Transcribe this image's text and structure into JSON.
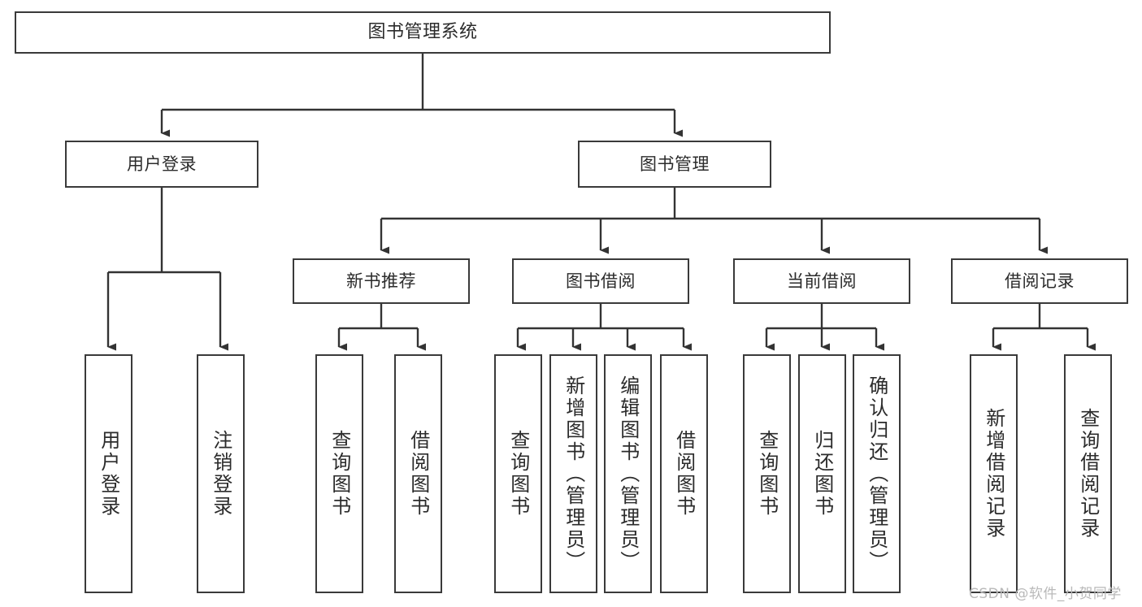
{
  "diagram": {
    "title": "图书管理系统",
    "type": "function-structure-tree",
    "nodes": {
      "root": {
        "label": "图书管理系统"
      },
      "level2": [
        {
          "id": "user-login",
          "label": "用户登录"
        },
        {
          "id": "book-manage",
          "label": "图书管理"
        }
      ],
      "level3": [
        {
          "id": "new-book-recommend",
          "label": "新书推荐"
        },
        {
          "id": "book-borrow",
          "label": "图书借阅"
        },
        {
          "id": "current-borrow",
          "label": "当前借阅"
        },
        {
          "id": "borrow-record",
          "label": "借阅记录"
        }
      ],
      "leaves": {
        "user_login": [
          {
            "id": "leaf-user-login",
            "label": "用户登录"
          },
          {
            "id": "leaf-user-logout",
            "label": "注销登录"
          }
        ],
        "new_book_recommend": [
          {
            "id": "leaf-query-book-1",
            "label": "查询图书"
          },
          {
            "id": "leaf-borrow-book-1",
            "label": "借阅图书"
          }
        ],
        "book_borrow": [
          {
            "id": "leaf-query-book-2",
            "label": "查询图书"
          },
          {
            "id": "leaf-add-book",
            "label": "新增图书（管理员）"
          },
          {
            "id": "leaf-edit-book",
            "label": "编辑图书（管理员）"
          },
          {
            "id": "leaf-borrow-book-2",
            "label": "借阅图书"
          }
        ],
        "current_borrow": [
          {
            "id": "leaf-query-book-3",
            "label": "查询图书"
          },
          {
            "id": "leaf-return-book",
            "label": "归还图书"
          },
          {
            "id": "leaf-confirm-return",
            "label": "确认归还（管理员）"
          }
        ],
        "borrow_record": [
          {
            "id": "leaf-add-record",
            "label": "新增借阅记录"
          },
          {
            "id": "leaf-query-record",
            "label": "查询借阅记录"
          }
        ]
      }
    },
    "colors": {
      "border": "#3a3a3a",
      "connector": "#333333",
      "background": "#ffffff",
      "text": "#2b2b2b",
      "watermark": "#b9b9b9"
    }
  },
  "watermark": {
    "text": "CSDN @软件_小贺同学"
  }
}
